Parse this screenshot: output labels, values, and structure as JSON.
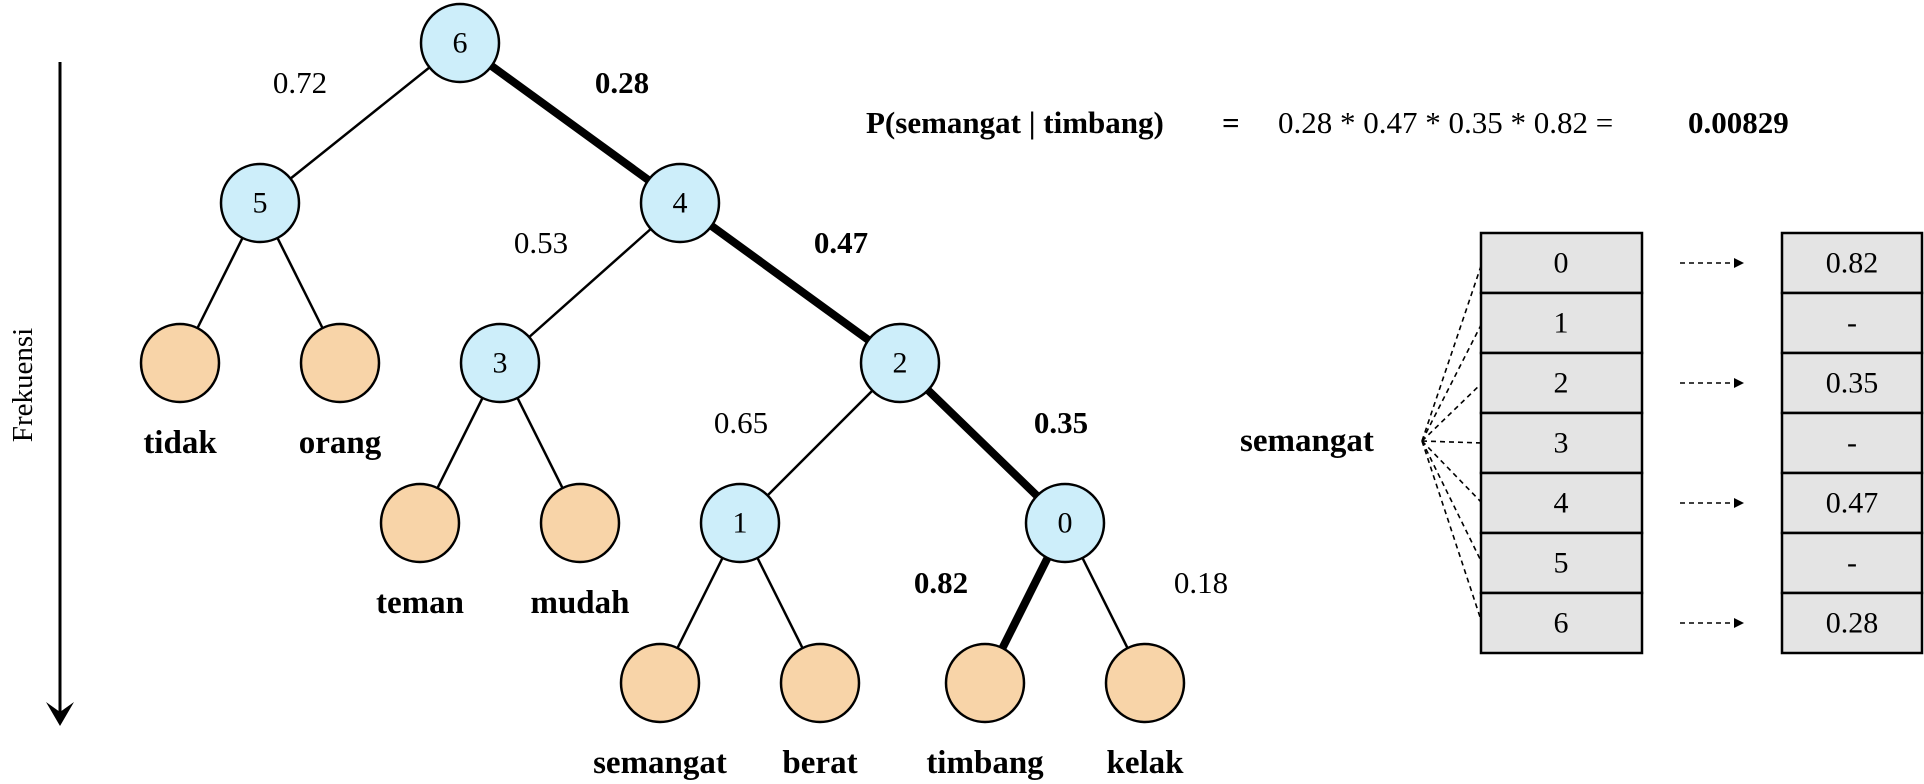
{
  "axis": {
    "label": "Frekuensi"
  },
  "formula": {
    "lhs": "P(semangat | timbang)",
    "equals": "=",
    "rhs": "0.28 *  0.47 * 0.35 * 0.82 =",
    "result": "0.00829"
  },
  "tree": {
    "internal_nodes": [
      "6",
      "5",
      "4",
      "3",
      "2",
      "1",
      "0"
    ],
    "leaves": [
      "tidak",
      "orang",
      "teman",
      "mudah",
      "semangat",
      "berat",
      "timbang",
      "kelak"
    ],
    "edge_labels": [
      {
        "text": "0.72",
        "bold": false
      },
      {
        "text": "0.28",
        "bold": true
      },
      {
        "text": "0.53",
        "bold": false
      },
      {
        "text": "0.47",
        "bold": true
      },
      {
        "text": "0.65",
        "bold": false
      },
      {
        "text": "0.35",
        "bold": true
      },
      {
        "text": "0.82",
        "bold": true
      },
      {
        "text": "0.18",
        "bold": false
      }
    ]
  },
  "lookup": {
    "word": "semangat",
    "indices": [
      "0",
      "1",
      "2",
      "3",
      "4",
      "5",
      "6"
    ],
    "values": [
      "0.82",
      "-",
      "0.35",
      "-",
      "0.47",
      "-",
      "0.28"
    ]
  },
  "colors": {
    "internal_node": "#cdeefa",
    "leaf_node": "#f8d4a8",
    "table_cell": "#e4e4e4"
  }
}
